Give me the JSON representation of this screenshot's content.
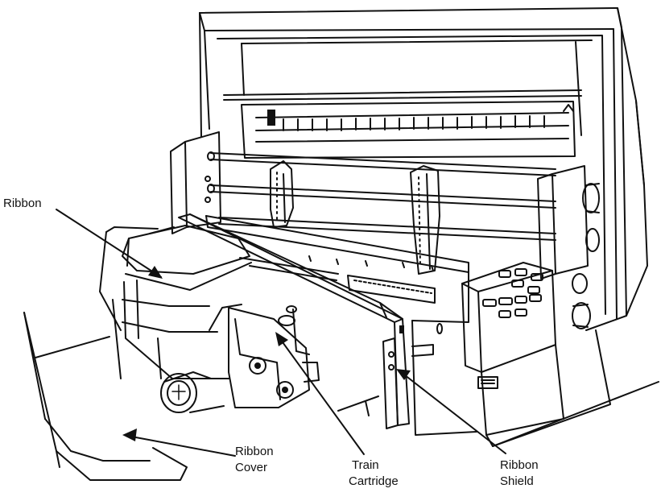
{
  "callouts": {
    "ribbon": {
      "line1": "Ribbon"
    },
    "ribbon_cover": {
      "line1": "Ribbon",
      "line2": "Cover"
    },
    "train_cartridge": {
      "line1": "Train",
      "line2": "Cartridge"
    },
    "ribbon_shield": {
      "line1": "Ribbon",
      "line2": "Shield"
    }
  },
  "style": {
    "ink": "#111111",
    "paper": "#ffffff"
  }
}
